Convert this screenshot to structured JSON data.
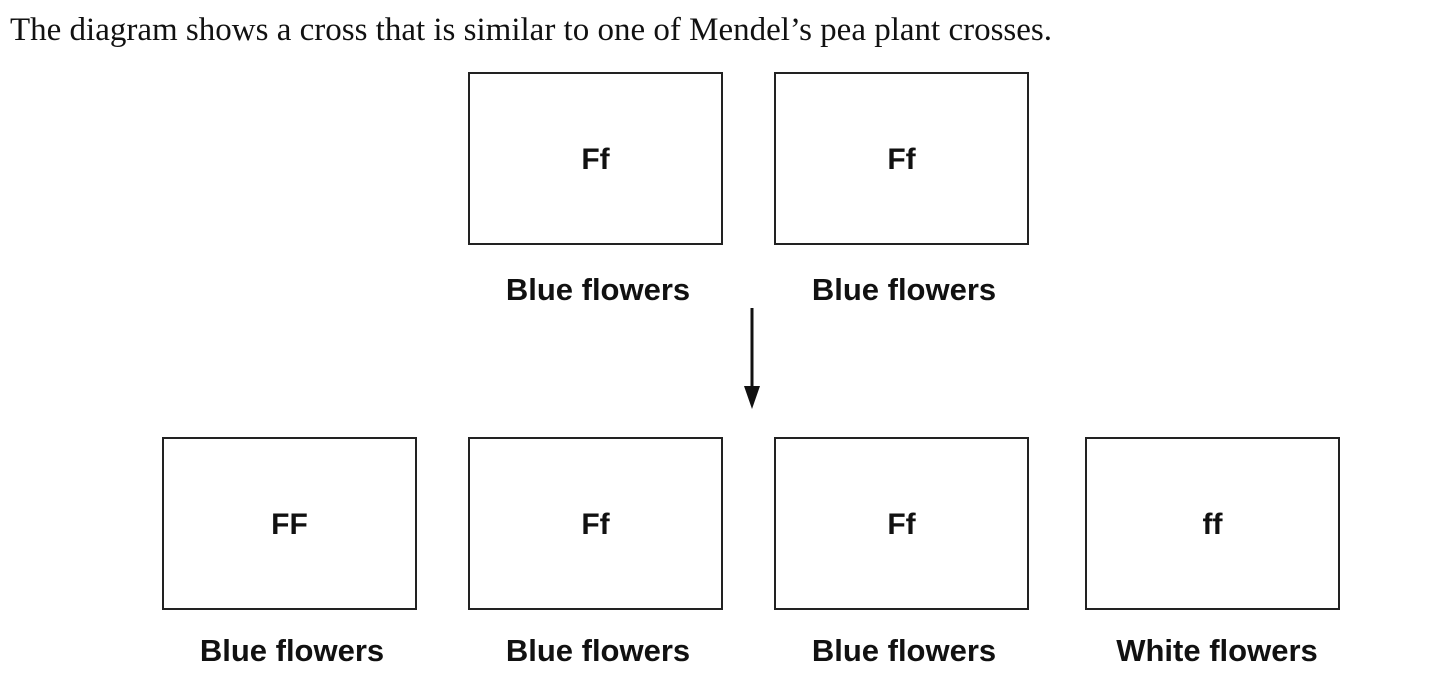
{
  "question": "The diagram shows a cross that is similar to one of Mendel’s pea plant crosses.",
  "parents": [
    {
      "genotype": "Ff",
      "phenotype": "Blue flowers"
    },
    {
      "genotype": "Ff",
      "phenotype": "Blue flowers"
    }
  ],
  "offspring": [
    {
      "genotype": "FF",
      "phenotype": "Blue flowers"
    },
    {
      "genotype": "Ff",
      "phenotype": "Blue flowers"
    },
    {
      "genotype": "Ff",
      "phenotype": "Blue flowers"
    },
    {
      "genotype": "ff",
      "phenotype": "White flowers"
    }
  ]
}
